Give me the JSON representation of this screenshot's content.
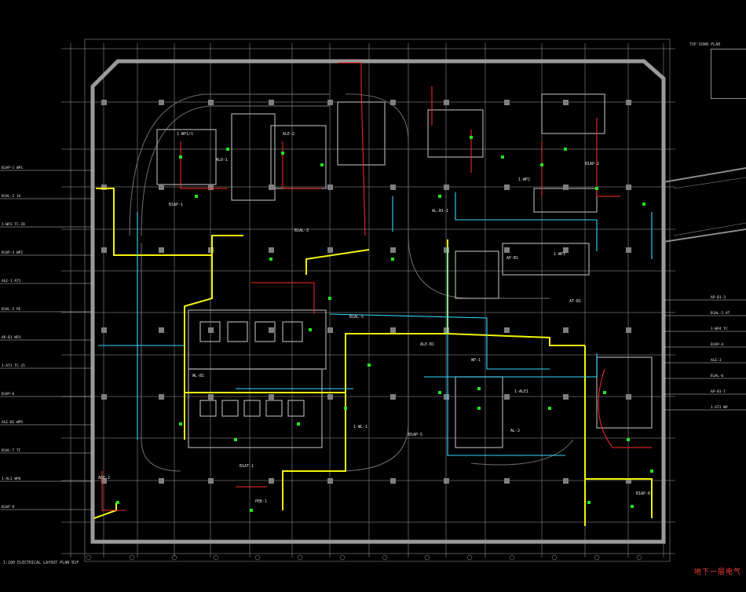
{
  "drawing": {
    "sheet_title": "地下一层电气",
    "title_block_text": "TOP DOWN PLAN",
    "bottom_note": "1:100 ELECTRICAL LAYOUT PLAN B1F"
  },
  "colors": {
    "background": "#000000",
    "wall": "#9a9a9a",
    "grid": "#d9d9d9",
    "cable_yellow": "#f2f20a",
    "cable_cyan": "#33d6ff",
    "cable_red": "#ff2a2a",
    "device_green": "#1fe61f",
    "label_white": "#e6e6e6"
  },
  "labels": {
    "l1": "1-WP1/1",
    "l2": "ALD-1",
    "l3": "ALE-2",
    "l4": "B1AP-1",
    "l5": "B1AL-3",
    "l6": "AL-B1-1",
    "l7": "1-WP2",
    "l8": "B1AP-2",
    "l9": "AP-B1",
    "l10": "1-WP3",
    "l11": "B1AL-5",
    "l12": "ALE-B1",
    "l13": "WP-1",
    "l14": "AT-B1",
    "l15": "1-WL-1",
    "l16": "B1AP-5",
    "l17": "AL-2",
    "l18": "B1AT-1",
    "l19": "PEK-1",
    "l20": "APE-2",
    "l21": "B1AP-8",
    "l22": "1-ALE1",
    "l23": "WL-B1"
  },
  "left_notes": [
    "B1AP-1 WP1",
    "B1AL-2 1A",
    "1-WP3 TC-20",
    "B1AP-3 WP2",
    "ALE-1 AT1",
    "B1AL-5 PE",
    "AP-B1 WP3",
    "1-AT1 TC-25",
    "B1AP-6",
    "ALE-B1 WP5",
    "B1AL-7 TC",
    "1-AL1 WP6",
    "B1AP-9"
  ],
  "right_notes": [
    "AP-B1-3",
    "B1AL-2 AT",
    "1-WP4 TC",
    "B1AP-4",
    "ALE-3",
    "B1AL-6",
    "AP-B1-7",
    "1-AT2 WP"
  ]
}
